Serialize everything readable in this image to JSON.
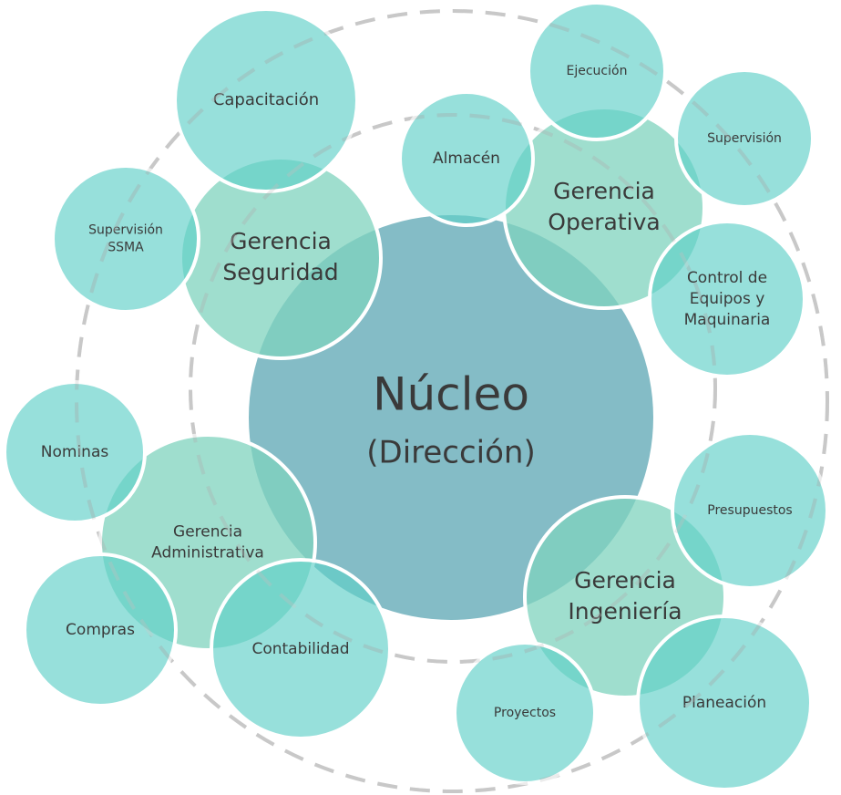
{
  "nucleus": {
    "title": "Núcleo",
    "subtitle": "(Dirección)"
  },
  "departments": [
    {
      "id": "seguridad",
      "lines": [
        "Gerencia",
        "Seguridad"
      ],
      "satellites": [
        {
          "id": "capacitacion",
          "lines": [
            "Capacitación"
          ]
        },
        {
          "id": "ssma",
          "lines": [
            "Supervisión",
            "SSMA"
          ]
        }
      ]
    },
    {
      "id": "operativa",
      "lines": [
        "Gerencia",
        "Operativa"
      ],
      "satellites": [
        {
          "id": "almacen",
          "lines": [
            "Almacén"
          ]
        },
        {
          "id": "ejecucion",
          "lines": [
            "Ejecución"
          ]
        },
        {
          "id": "supervision",
          "lines": [
            "Supervisión"
          ]
        },
        {
          "id": "control",
          "lines": [
            "Control de",
            "Equipos y",
            "Maquinaria"
          ]
        }
      ]
    },
    {
      "id": "administrativa",
      "lines": [
        "Gerencia",
        "Administrativa"
      ],
      "satellites": [
        {
          "id": "nominas",
          "lines": [
            "Nominas"
          ]
        },
        {
          "id": "compras",
          "lines": [
            "Compras"
          ]
        },
        {
          "id": "contabilidad",
          "lines": [
            "Contabilidad"
          ]
        }
      ]
    },
    {
      "id": "ingenieria",
      "lines": [
        "Gerencia",
        "Ingeniería"
      ],
      "satellites": [
        {
          "id": "presupuestos",
          "lines": [
            "Presupuestos"
          ]
        },
        {
          "id": "planeacion",
          "lines": [
            "Planeación"
          ]
        },
        {
          "id": "proyectos",
          "lines": [
            "Proyectos"
          ]
        }
      ]
    }
  ],
  "colors": {
    "nucleus": "#84bcc6",
    "department": "#7fd3bd",
    "satellite": "#5fd0c8",
    "ring": "#c8c8c8"
  }
}
